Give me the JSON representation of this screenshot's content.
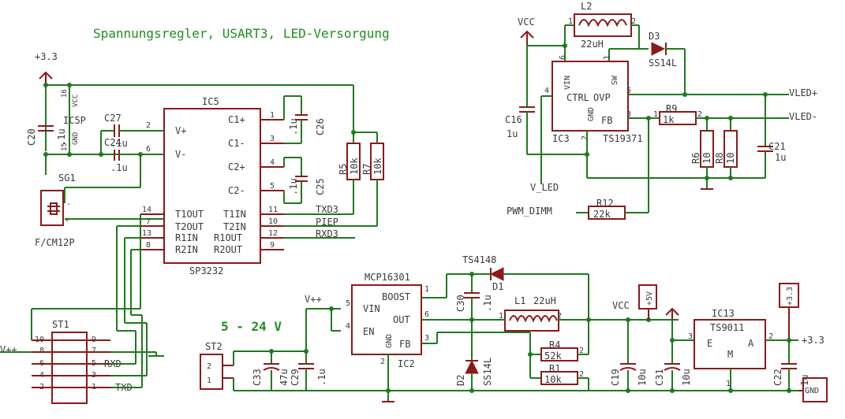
{
  "title": "Spannungsregler, USART3, LED-Versorgung",
  "input_label": "5 - 24 V",
  "supplies": {
    "p33_top": "+3.3",
    "vcc_top": "VCC",
    "vpp_in": "V++",
    "vpp_boost": "V++",
    "vcc_mid": "VCC",
    "p5v": "+5V",
    "p33_right": "+3.3",
    "p33_box": "+3.3",
    "gnd": "GND"
  },
  "nets": {
    "vled_plus": "VLED+",
    "vled_minus": "VLED-",
    "v_led": "V_LED",
    "pwm_dimm": "PWM_DIMM",
    "txd3": "TXD3",
    "piep": "PIEP",
    "rxd3": "RXD3",
    "rxd": "RXD",
    "txd": "TXD"
  },
  "ic5": {
    "name": "IC5",
    "part": "SP3232",
    "pins_left": [
      "V+",
      "V-",
      "T1OUT",
      "T2OUT",
      "R1IN",
      "R2IN"
    ],
    "pins_right": [
      "C1+",
      "C1-",
      "C2+",
      "C2-",
      "T1IN",
      "T2IN",
      "R1OUT",
      "R2OUT"
    ],
    "nums_left": [
      "2",
      "6",
      "14",
      "7",
      "13",
      "8"
    ],
    "nums_right": [
      "1",
      "3",
      "4",
      "5",
      "11",
      "10",
      "12",
      "9"
    ]
  },
  "ic5p": {
    "name": "IC5P",
    "vcc": "VCC",
    "gnd": "GND",
    "pin_top": "16",
    "pin_bot": "15"
  },
  "ic3": {
    "name": "IC3",
    "part": "TS19371",
    "pins": [
      "VIN",
      "CTRL",
      "OVP",
      "SW",
      "GND",
      "FB"
    ],
    "nums": [
      "6",
      "4",
      "1",
      "5",
      "2",
      "3"
    ]
  },
  "ic2": {
    "name": "IC2",
    "part": "MCP16301",
    "pins": [
      "BOOST",
      "VIN",
      "OUT",
      "EN",
      "GND",
      "FB"
    ],
    "nums": [
      "1",
      "5",
      "6",
      "4",
      "2",
      "3"
    ]
  },
  "ic13": {
    "name": "IC13",
    "part": "TS9011",
    "pins": [
      "E",
      "M",
      "A"
    ],
    "nums": [
      "3",
      "1",
      "2"
    ]
  },
  "components": {
    "c20": [
      "C20",
      ".1u"
    ],
    "c27": [
      "C27",
      ".1u"
    ],
    "c24": [
      "C24",
      ".1u"
    ],
    "c26": [
      "C26",
      ".1u"
    ],
    "c25": [
      "C25",
      ".1u"
    ],
    "c16": [
      "C16",
      "1u"
    ],
    "c21": [
      "C21",
      "1u"
    ],
    "c30": [
      "C30",
      ".1u"
    ],
    "c33": [
      "C33",
      "47u"
    ],
    "c29": [
      "C29",
      ".1u"
    ],
    "c19": [
      "C19",
      "10u"
    ],
    "c31": [
      "C31",
      "10u"
    ],
    "c22": [
      "C22",
      "1u"
    ],
    "r5": [
      "R5",
      "10k"
    ],
    "r7": [
      "R7",
      "10k"
    ],
    "r6": [
      "R6",
      "10"
    ],
    "r8": [
      "R8",
      "10"
    ],
    "r9": [
      "R9",
      "1k"
    ],
    "r12": [
      "R12",
      "22k"
    ],
    "r4": [
      "R4",
      "52k"
    ],
    "r1": [
      "R1",
      "10k"
    ],
    "l2": [
      "L2",
      "22uH"
    ],
    "l1": [
      "L1",
      "22uH"
    ],
    "d3": [
      "D3",
      "SS14L"
    ],
    "d1": [
      "D1",
      "TS4148"
    ],
    "d2": [
      "D2",
      "SS14L"
    ],
    "sg1": [
      "SG1",
      "F/CM12P"
    ],
    "st1": "ST1",
    "st2": "ST2"
  },
  "st1_pins": [
    "10",
    "9",
    "8",
    "7",
    "6",
    "5",
    "4",
    "3",
    "2",
    "1"
  ],
  "st2_pins": [
    "2",
    "1"
  ]
}
